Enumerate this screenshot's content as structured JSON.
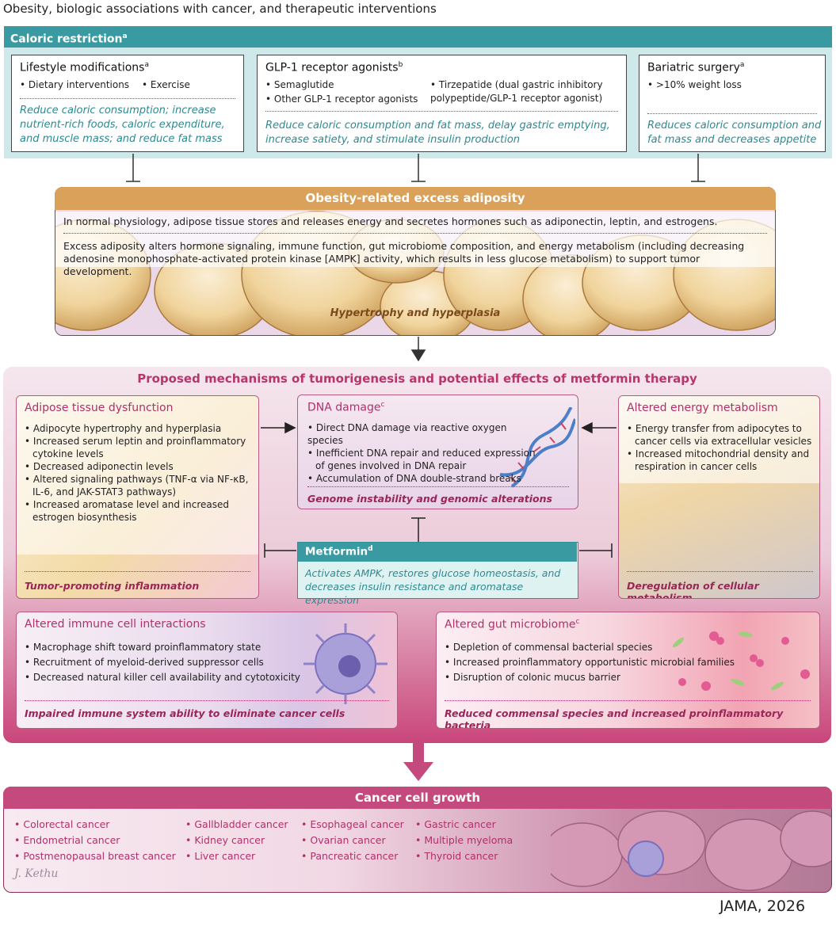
{
  "title": "Obesity, biologic associations with cancer, and therapeutic interventions",
  "caloric": {
    "header": "Caloric restriction",
    "header_sup": "a",
    "lifestyle": {
      "title": "Lifestyle modifications",
      "sup": "a",
      "items": [
        "Dietary interventions",
        "Exercise"
      ],
      "effect": "Reduce caloric consumption; increase nutrient-rich foods, caloric expenditure, and muscle mass; and reduce fat mass"
    },
    "glp1": {
      "title": "GLP-1 receptor agonists",
      "sup": "b",
      "items_left": [
        "Semaglutide",
        "Other GLP-1 receptor agonists"
      ],
      "item_right": "Tirzepatide (dual gastric inhibitory polypeptide/GLP-1 receptor agonist)",
      "effect": "Reduce caloric consumption and fat mass, delay gastric emptying, increase satiety, and stimulate insulin production"
    },
    "bariatric": {
      "title": "Bariatric surgery",
      "sup": "a",
      "items": [
        ">10% weight loss"
      ],
      "effect": "Reduces caloric consumption and fat mass and decreases appetite"
    }
  },
  "adiposity": {
    "header": "Obesity-related excess adiposity",
    "text1": "In normal physiology, adipose tissue stores and releases energy and secretes hormones such as adiponectin, leptin, and estrogens.",
    "text2": "Excess adiposity alters hormone signaling, immune function, gut microbiome composition, and energy metabolism (including decreasing adenosine monophosphate-activated protein kinase [AMPK] activity, which results in less glucose metabolism) to support tumor development.",
    "caption": "Hypertrophy and hyperplasia"
  },
  "mechanisms": {
    "header": "Proposed mechanisms of tumorigenesis and potential effects of metformin therapy",
    "adipose": {
      "title": "Adipose tissue dysfunction",
      "items": [
        "Adipocyte hypertrophy and hyperplasia",
        "Increased serum leptin and proinflammatory cytokine levels",
        "Decreased adiponectin levels",
        "Altered signaling pathways (TNF-α via NF-κB, IL-6, and JAK-STAT3 pathways)",
        "Increased aromatase level and increased estrogen biosynthesis"
      ],
      "caption": "Tumor-promoting inflammation"
    },
    "dna": {
      "title": "DNA damage",
      "sup": "c",
      "items": [
        "Direct DNA damage via reactive oxygen species",
        "Inefficient DNA repair and reduced expression of genes involved in DNA repair",
        "Accumulation of DNA double-strand breaks"
      ],
      "caption": "Genome instability and genomic alterations"
    },
    "energy": {
      "title": "Altered energy metabolism",
      "items": [
        "Energy transfer from adipocytes to cancer cells via extracellular vesicles",
        "Increased mitochondrial density and respiration in cancer cells"
      ],
      "caption": "Deregulation of cellular metabolism"
    },
    "metformin": {
      "title": "Metformin",
      "sup": "d",
      "effect": "Activates AMPK, restores glucose homeostasis, and decreases insulin resistance and aromatase expression"
    },
    "immune": {
      "title": "Altered immune cell interactions",
      "items": [
        "Macrophage shift toward proinflammatory state",
        "Recruitment of myeloid-derived suppressor cells",
        "Decreased natural killer cell availability and cytotoxicity"
      ],
      "caption": "Impaired immune system ability to eliminate cancer cells"
    },
    "gut": {
      "title": "Altered gut microbiome",
      "sup": "c",
      "items": [
        "Depletion of commensal bacterial species",
        "Increased proinflammatory opportunistic microbial families",
        "Disruption of colonic mucus barrier"
      ],
      "caption": "Reduced commensal species and increased proinflammatory bacteria"
    }
  },
  "cancer": {
    "header": "Cancer cell growth",
    "col1": [
      "Colorectal cancer",
      "Endometrial cancer",
      "Postmenopausal breast cancer"
    ],
    "col2": [
      "Gallbladder cancer",
      "Kidney cancer",
      "Liver cancer"
    ],
    "col3": [
      "Esophageal cancer",
      "Ovarian cancer",
      "Pancreatic cancer"
    ],
    "col4": [
      "Gastric cancer",
      "Multiple myeloma",
      "Thyroid cancer"
    ],
    "signature": "J. Kethu"
  },
  "footer": "JAMA, 2026",
  "colors": {
    "teal_header": "#3a9aa1",
    "teal_band": "#cfe9ea",
    "teal_text": "#2c8a92",
    "tan_header": "#d9a159",
    "magenta": "#b0306a",
    "cancer_header": "#c4497c"
  }
}
